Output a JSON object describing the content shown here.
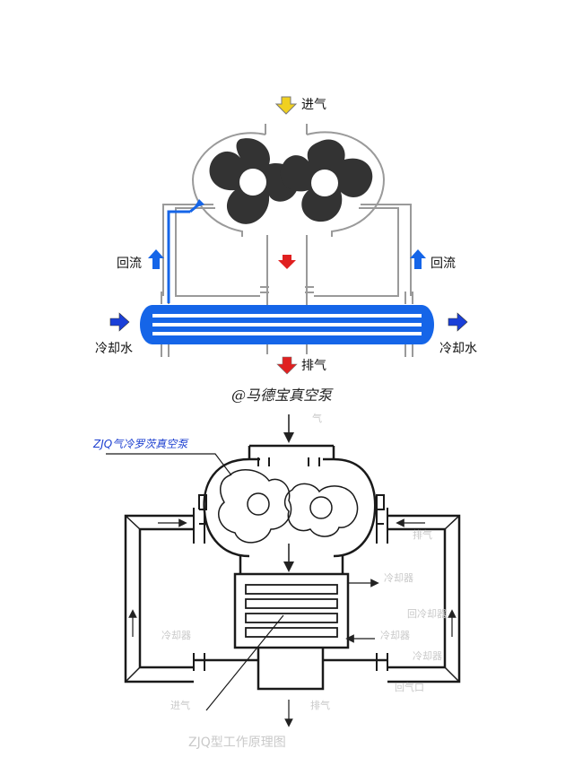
{
  "top_diagram": {
    "labels": {
      "inlet": "进气",
      "backflow_left": "回流",
      "backflow_right": "回流",
      "cooling_water_left": "冷却水",
      "cooling_water_right": "冷却水",
      "exhaust": "排气"
    },
    "watermark": "@马德宝真空泵"
  },
  "bottom_diagram": {
    "callout": "ZJQ气冷罗茨真空泵",
    "ghost_labels": [
      "气",
      "冷却器",
      "回冷却器",
      "冷却器",
      "冷却器",
      "进气",
      "回气口",
      "排气",
      "冷却器",
      "排气"
    ],
    "ghost_caption": "ZJQ型工作原理图"
  },
  "colors": {
    "rotor": "#333333",
    "casing": "#9a9a9a",
    "flow_blue": "#1565e8",
    "inlet_arrow": "#f0d020",
    "exhaust_arrow": "#e02020"
  },
  "icons": [
    "arrow-down-icon",
    "arrow-up-icon",
    "arrow-right-icon"
  ]
}
